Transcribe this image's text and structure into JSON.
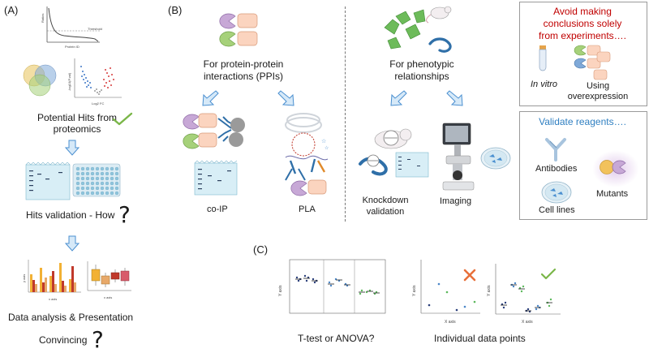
{
  "panel_a": {
    "label": "(A)",
    "plot1_ylabel": "Ratios",
    "plot1_xlabel": "Protein ID",
    "plot1_threshold": "Threshold",
    "volcano_ylabel": "-log10(P.val)",
    "volcano_xlabel": "Log2 FC",
    "potential_hits": "Potential Hits from proteomics",
    "potential_hits_l1": "Potential Hits from",
    "potential_hits_l2": "proteomics",
    "hits_validation": "Hits validation - How",
    "data_analysis": "Data analysis & Presentation",
    "convincing": "Convincing",
    "bar_xaxis": "x axis",
    "bar_yaxis": "y axis",
    "box_xaxis": "x axis"
  },
  "panel_b": {
    "label": "(B)",
    "ppi_l1": "For protein-protein",
    "ppi_l2": "interactions (PPIs)",
    "pheno_l1": "For phenotypic",
    "pheno_l2": "relationships",
    "co_ip": "co-IP",
    "pla": "PLA",
    "knockdown_l1": "Knockdown",
    "knockdown_l2": "validation",
    "imaging": "Imaging"
  },
  "side_boxes": {
    "avoid_l1": "Avoid making",
    "avoid_l2": "conclusions solely",
    "avoid_l3": "from experiments….",
    "in_vitro": "In vitro",
    "using_l1": "Using",
    "using_l2": "overexpression",
    "validate": "Validate reagents….",
    "antibodies": "Antibodies",
    "mutants": "Mutants",
    "cell_lines": "Cell lines"
  },
  "panel_c": {
    "label": "(C)",
    "y_axis": "Y axis",
    "x_axis": "X axis",
    "ttest": "T-test or ANOVA?",
    "individual": "Individual data points"
  },
  "colors": {
    "red_title": "#c00000",
    "blue_title": "#2f7fc1",
    "arrow_fill": "#d6e9f8",
    "arrow_stroke": "#4a8fd0",
    "check_green": "#7ab648",
    "cross_orange": "#e8703a"
  }
}
